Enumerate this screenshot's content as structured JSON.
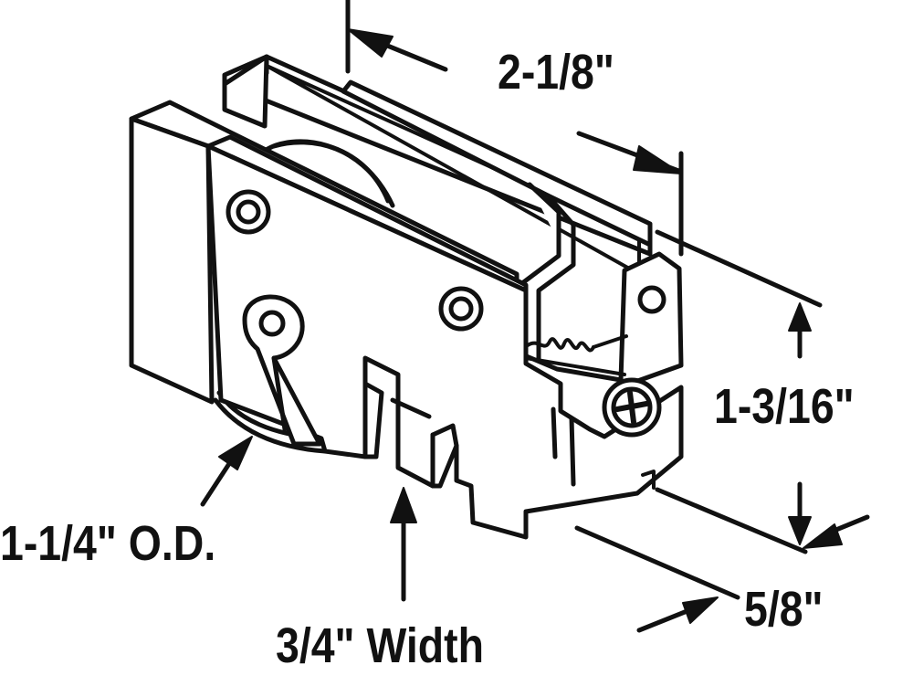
{
  "diagram": {
    "dimensions": {
      "overall_length": "2-1/8\"",
      "height": "1-3/16\"",
      "wheel_outer_diameter": "1-1/4\" O.D.",
      "wheel_width": "3/4\" Width",
      "housing_depth": "5/8\""
    },
    "colors": {
      "line": "#111111",
      "background": "#ffffff"
    }
  }
}
